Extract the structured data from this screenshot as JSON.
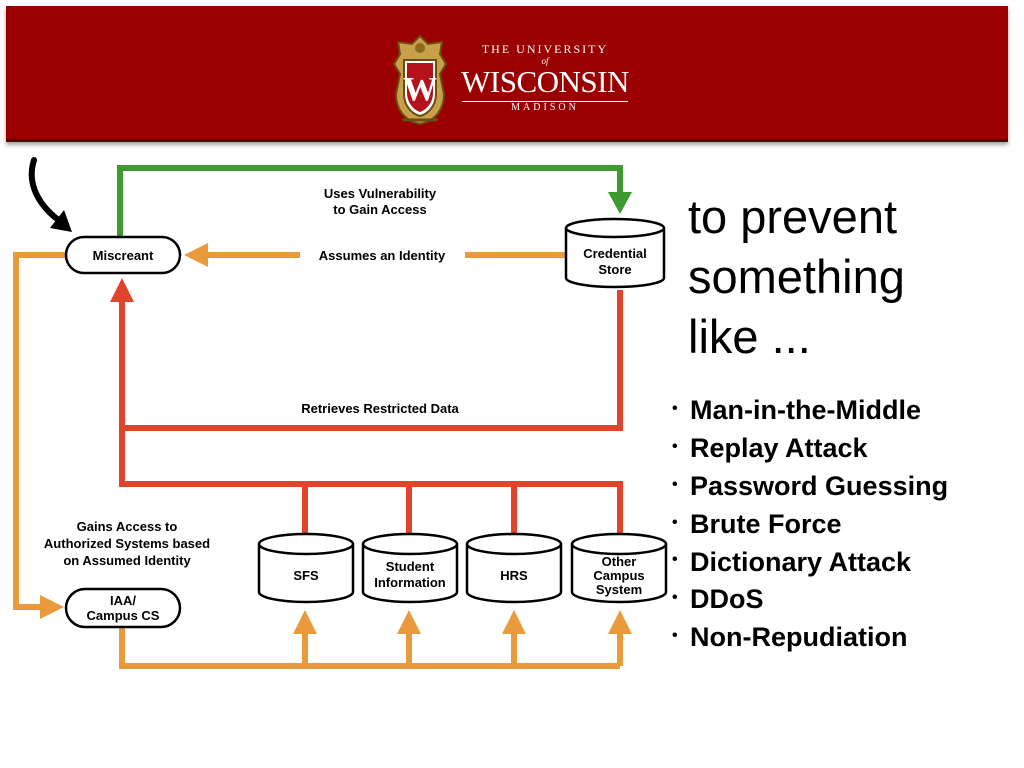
{
  "logo": {
    "line1": "THE UNIVERSITY",
    "line2": "of",
    "line3": "WISCONSIN",
    "line4": "MADISON",
    "crest_letter": "W"
  },
  "colors": {
    "header": "#9b0000",
    "green": "#3c9a2e",
    "orange": "#e89a3c",
    "red": "#e0442a"
  },
  "diagram": {
    "nodes": {
      "miscreant": "Miscreant",
      "credential_store": [
        "Credential",
        "Store"
      ],
      "iaa": [
        "IAA/",
        "Campus CS"
      ],
      "sfs": [
        "SFS"
      ],
      "student_information": [
        "Student",
        "Information"
      ],
      "hrs": [
        "HRS"
      ],
      "other_campus": [
        "Other",
        "Campus",
        "System"
      ]
    },
    "edges": {
      "uses_vulnerability": [
        "Uses Vulnerability",
        "to Gain Access"
      ],
      "assumes_identity": "Assumes an Identity",
      "retrieves_data": "Retrieves Restricted Data",
      "gains_access": [
        "Gains Access to",
        "Authorized Systems based",
        "on Assumed Identity"
      ]
    }
  },
  "heading": {
    "line1": "to prevent",
    "line2": "something",
    "line3": "like ..."
  },
  "threats": [
    "Man-in-the-Middle",
    "Replay Attack",
    "Password Guessing",
    "Brute Force",
    "Dictionary Attack",
    "DDoS",
    "Non-Repudiation"
  ],
  "bullet": "•"
}
